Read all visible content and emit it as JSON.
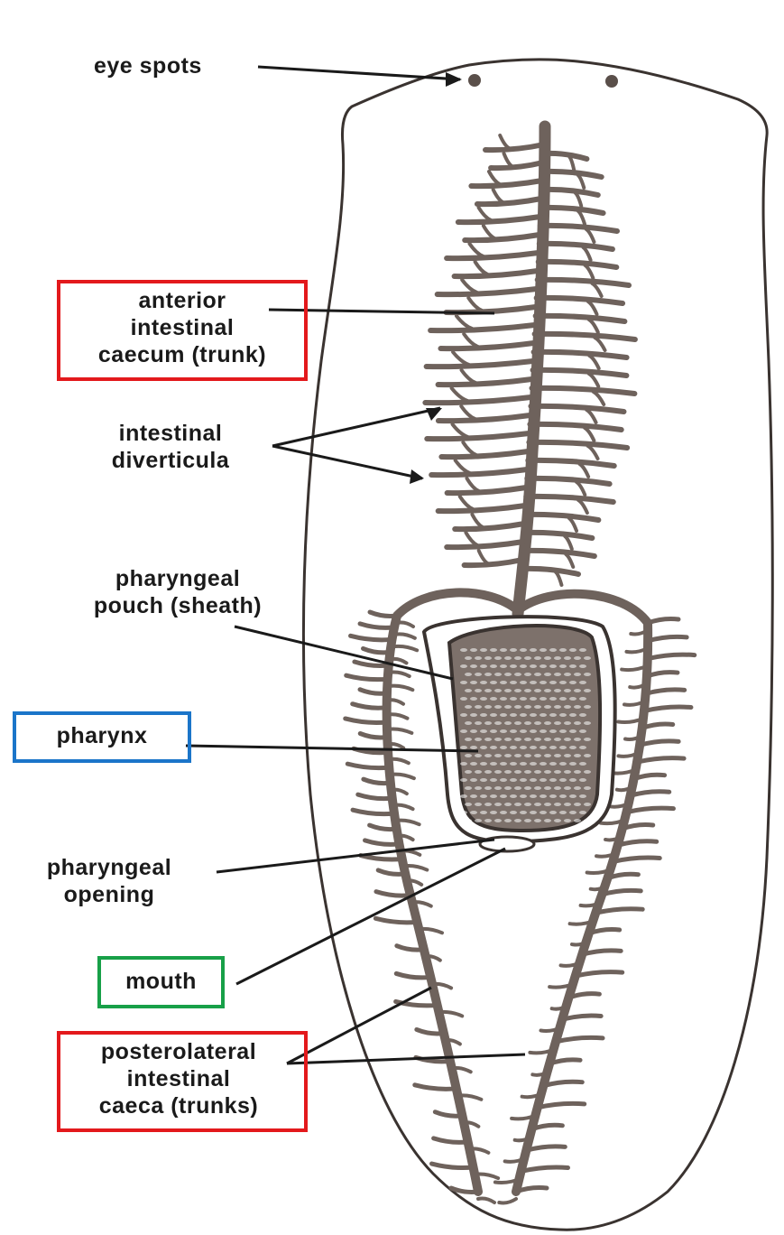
{
  "colors": {
    "ink": "#3a3330",
    "fill": "#6e625c",
    "label_text": "#1a1a1a",
    "box_red": "#e3191c",
    "box_blue": "#1b75c9",
    "box_green": "#18a048"
  },
  "labels": {
    "eye_spots": "eye spots",
    "anterior": [
      "anterior",
      "intestinal",
      "caecum (trunk)"
    ],
    "diverticula": [
      "intestinal",
      "diverticula"
    ],
    "pouch": [
      "pharyngeal",
      "pouch (sheath)"
    ],
    "pharynx": "pharynx",
    "opening": [
      "pharyngeal",
      "opening"
    ],
    "mouth": "mouth",
    "posterolateral": [
      "posterolateral",
      "intestinal",
      "caeca (trunks)"
    ]
  },
  "highlights": [
    {
      "label": "anterior intestinal caecum (trunk)",
      "color": "red"
    },
    {
      "label": "pharynx",
      "color": "blue"
    },
    {
      "label": "mouth",
      "color": "green"
    },
    {
      "label": "posterolateral intestinal caeca (trunks)",
      "color": "red"
    }
  ]
}
